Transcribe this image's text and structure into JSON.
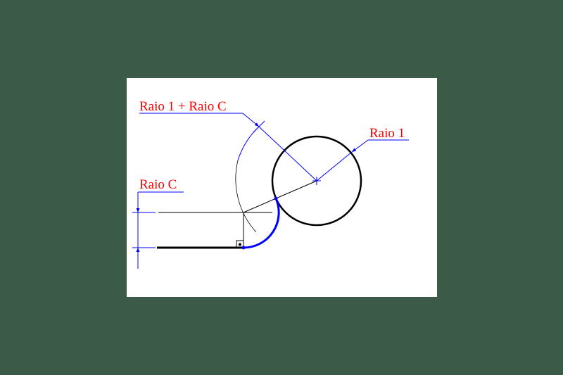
{
  "colors": {
    "background": "#3b5a48",
    "panel": "#ffffff",
    "label": "#ff0000",
    "dimension": "#0000ff",
    "geometry": "#000000"
  },
  "labels": {
    "sum_radius": "Raio 1 + Raio C",
    "radius_1": "Raio 1",
    "radius_c": "Raio C"
  }
}
